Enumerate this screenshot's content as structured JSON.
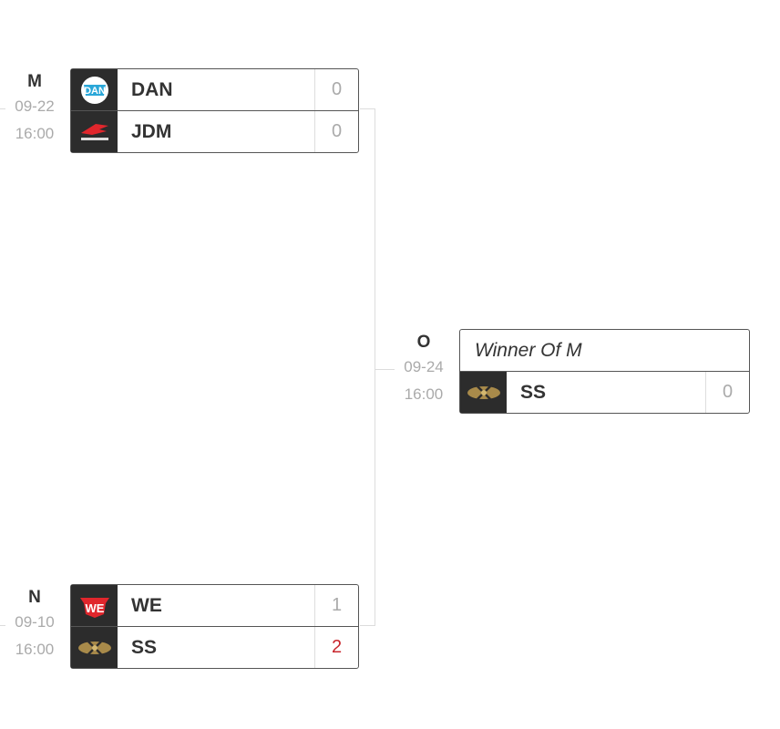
{
  "matches": {
    "M": {
      "code": "M",
      "date": "09-22",
      "time": "16:00",
      "teams": [
        {
          "name": "DAN",
          "score": "0",
          "logo": "dan-logo",
          "winner": false
        },
        {
          "name": "JDM",
          "score": "0",
          "logo": "jdm-logo",
          "winner": false
        }
      ]
    },
    "N": {
      "code": "N",
      "date": "09-10",
      "time": "16:00",
      "teams": [
        {
          "name": "WE",
          "score": "1",
          "logo": "we-logo",
          "winner": false
        },
        {
          "name": "SS",
          "score": "2",
          "logo": "ss-logo",
          "winner": true
        }
      ]
    },
    "O": {
      "code": "O",
      "date": "09-24",
      "time": "16:00",
      "placeholder": "Winner Of M",
      "teams": [
        {
          "name": "SS",
          "score": "0",
          "logo": "ss-logo",
          "winner": false
        }
      ]
    }
  },
  "colors": {
    "winner_score": "#c8252c",
    "loser_score": "#aaaaaa",
    "logo_bg": "#2c2c2c"
  }
}
